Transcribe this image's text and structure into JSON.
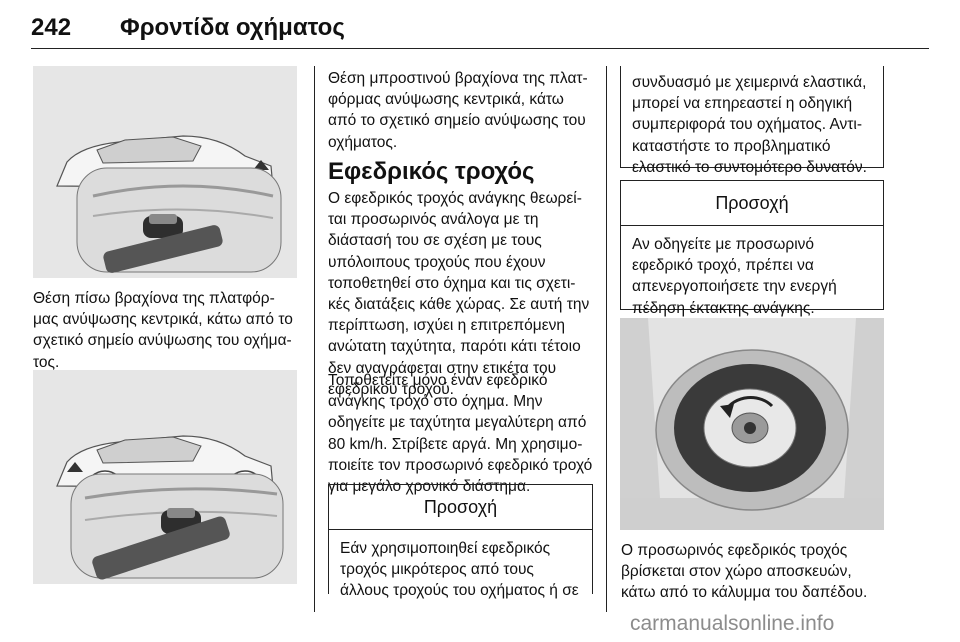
{
  "header": {
    "page_number": "242",
    "title": "Φροντίδα οχήματος"
  },
  "left_column": {
    "caption": "Θέση πίσω βραχίονα της πλατφόρ-μας ανύψωσης κεντρικά, κάτω από το σχετικό σημείο ανύψωσης του οχήμα-τος."
  },
  "middle_column": {
    "intro_text": "Θέση μπροστινού βραχίονα της πλατ-φόρμας ανύψωσης κεντρικά, κάτω από το σχετικό σημείο ανύψωσης του οχήματος.",
    "heading": "Εφεδρικός τροχός",
    "paragraph_1": "Ο εφεδρικός τροχός ανάγκης θεωρεί-ται προσωρινός ανάλογα με τη διάστασή του σε σχέση με τους υπόλοιπους τροχούς που έχουν τοποθετηθεί στο όχημα και τις σχετι-κές διατάξεις κάθε χώρας. Σε αυτή την περίπτωση, ισχύει η επιτρεπόμενη ανώτατη ταχύτητα, παρότι κάτι τέτοιο δεν αναγράφεται στην ετικέτα του εφεδρικού τροχού.",
    "paragraph_2": "Τοποθετείτε μόνο έναν εφεδρικό ανάγκης τροχό στο όχημα. Μην οδηγείτε με ταχύτητα μεγαλύτερη από 80 km/h. Στρίβετε αργά. Μη χρησιμο-ποιείτε τον προσωρινό εφεδρικό τροχό για μεγάλο χρονικό διάστημα.",
    "caution": {
      "title": "Προσοχή",
      "body": "Εάν χρησιμοποιηθεί εφεδρικός τροχός μικρότερος από τους άλλους τροχούς του οχήματος ή σε"
    }
  },
  "right_column": {
    "continuation": "συνδυασμό με χειμερινά ελαστικά, μπορεί να επηρεαστεί η οδηγική συμπεριφορά του οχήματος. Αντι-καταστήστε το προβληματικό ελαστικό το συντομότερο δυνατόν.",
    "caution": {
      "title": "Προσοχή",
      "body": "Αν οδηγείτε με προσωρινό εφεδρικό τροχό, πρέπει να απενεργοποιήσετε την ενεργή πέδηση έκτακτης ανάγκης."
    },
    "caption": "Ο προσωρινός εφεδρικός τροχός βρίσκεται στον χώρο αποσκευών, κάτω από το κάλυμμα του δαπέδου."
  },
  "watermark": "carmanualsonline.info"
}
